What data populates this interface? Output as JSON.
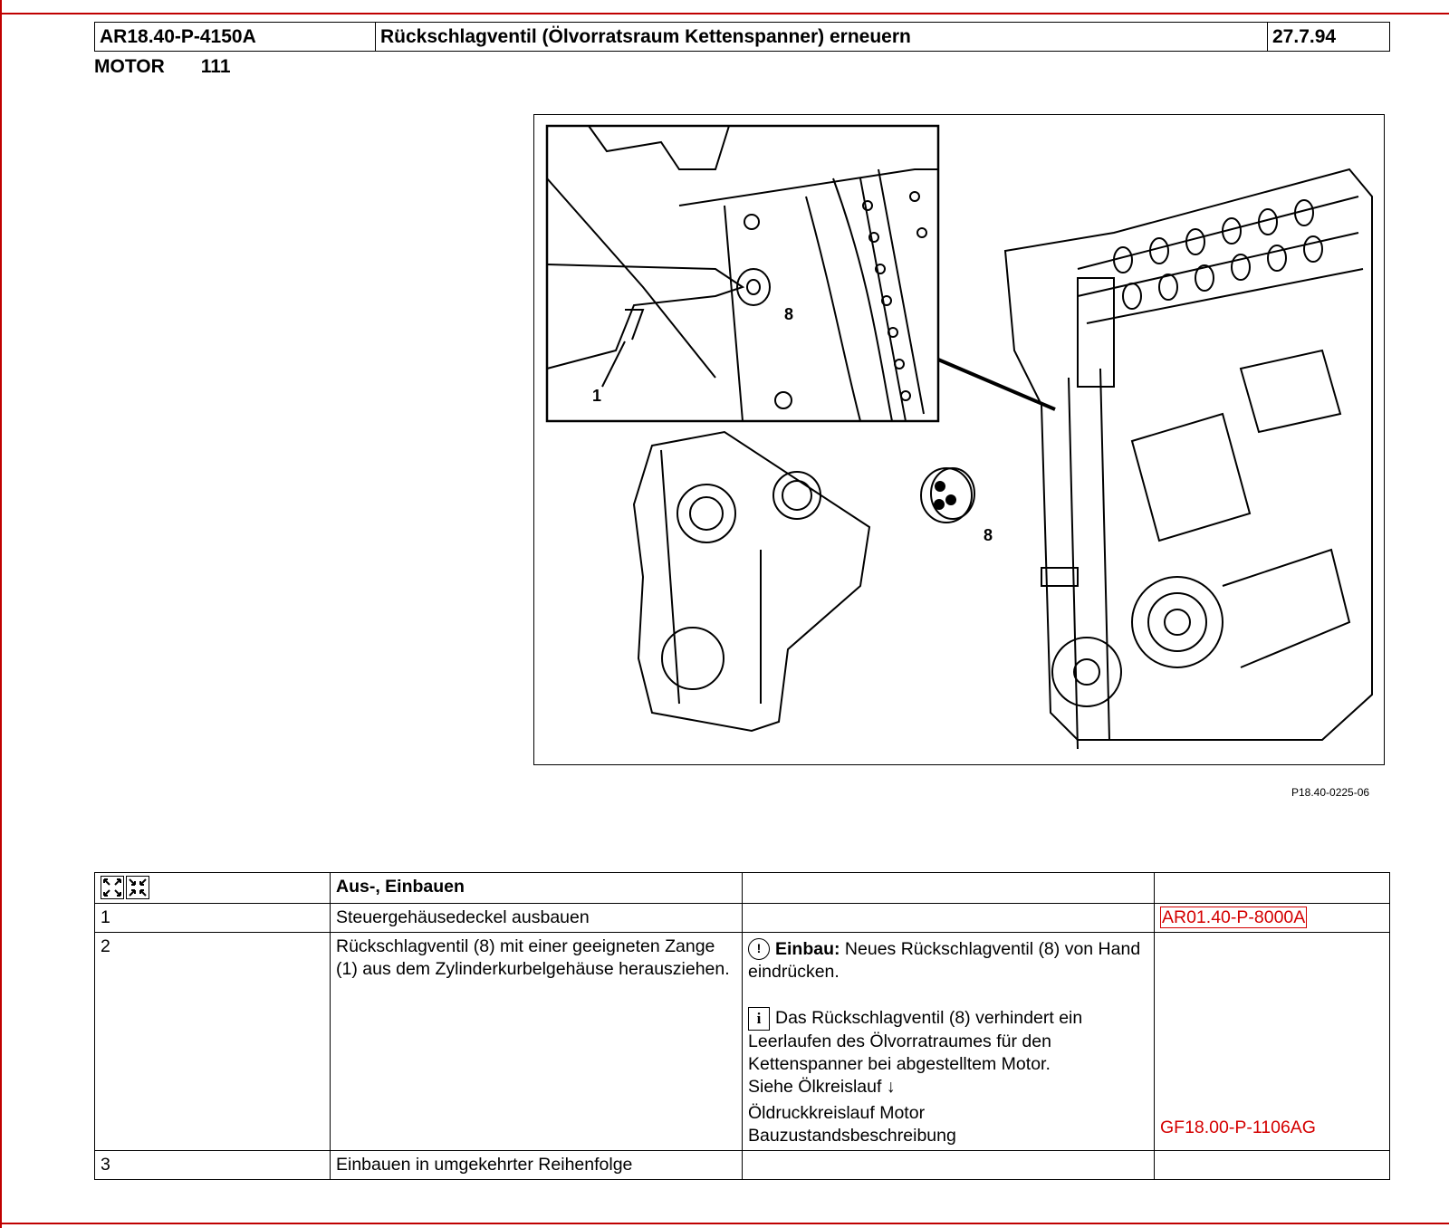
{
  "header": {
    "doc_id": "AR18.40-P-4150A",
    "title": "Rückschlagventil (Ölvorratsraum Kettenspanner) erneuern",
    "date": "27.7.94"
  },
  "subheader": {
    "label": "MOTOR",
    "number": "111"
  },
  "figure": {
    "code": "P18.40-0225-06",
    "callouts": {
      "pliers": "1",
      "valve_detail": "8",
      "valve_loose": "8"
    }
  },
  "steps": {
    "icons": [
      "disassembly-icon",
      "assembly-icon"
    ],
    "header_label": "Aus-, Einbauen",
    "rows": [
      {
        "num": "1",
        "text": "Steuergehäusedeckel ausbauen",
        "ref": "AR01.40-P-8000A"
      },
      {
        "num": "2",
        "text": "Rückschlagventil (8) mit einer geeigneten Zange (1) aus dem Zylinderkurbelgehäuse herausziehen.",
        "install_label": "Einbau:",
        "install_text": "Neues Rückschlagventil (8) von Hand eindrücken.",
        "info_text": "Das Rückschlagventil (8) verhindert ein Leerlaufen des Ölvorratraumes für den Kettenspanner bei abgestelltem Motor.",
        "see_text": "Siehe Ölkreislauf ↓",
        "circuit_text": "Öldruckkreislauf Motor",
        "desc_text": "Bauzustandsbeschreibung",
        "ref": "GF18.00-P-1106AG"
      },
      {
        "num": "3",
        "text": "Einbauen in umgekehrter Reihenfolge"
      }
    ]
  }
}
